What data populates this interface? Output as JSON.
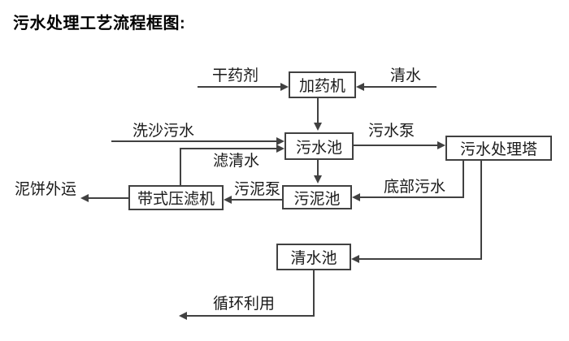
{
  "title": "污水处理工艺流程框图:",
  "colors": {
    "line": "#414141",
    "text": "#1a1a1a",
    "background": "#ffffff"
  },
  "nodes": {
    "dosing_machine": "加药机",
    "sewage_pool": "污水池",
    "sewage_treatment_tower": "污水处理塔",
    "sludge_pool": "污泥池",
    "belt_filter_press": "带式压滤机",
    "clean_water_pool": "清水池"
  },
  "flow_labels": {
    "dry_chemical": "干药剂",
    "clean_water": "清水",
    "sand_washing_sewage": "洗沙污水",
    "filtered_water": "滤清水",
    "sewage_pump": "污水泵",
    "sludge_pump": "污泥泵",
    "mud_cake_shipped_out": "泥饼外运",
    "bottom_sewage": "底部污水",
    "recycling_use": "循环利用"
  }
}
